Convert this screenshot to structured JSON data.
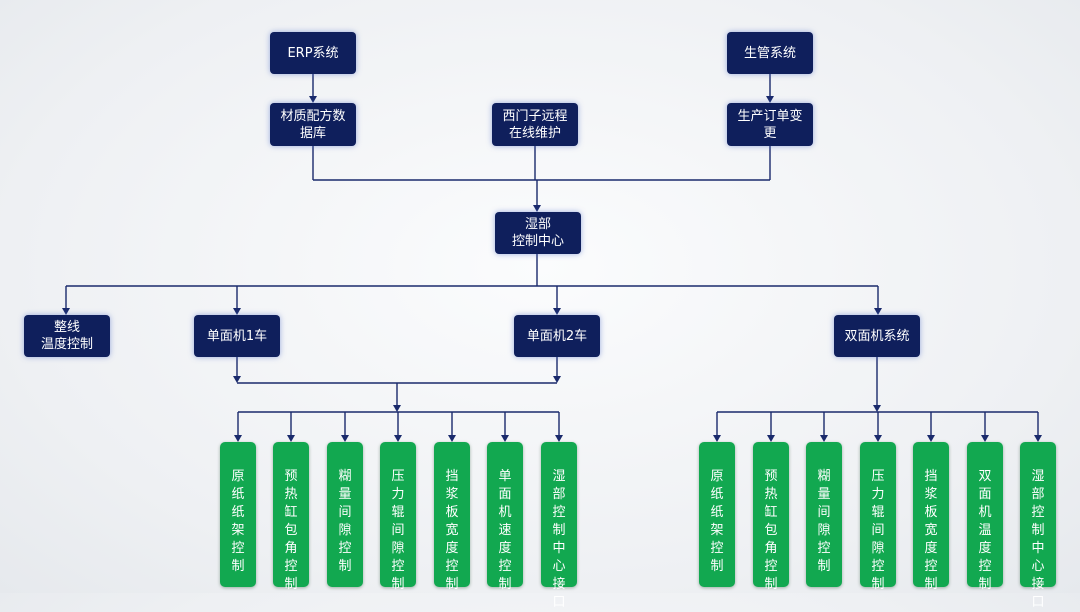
{
  "nodes": {
    "erp": "ERP系统",
    "production_mgmt": "生管系统",
    "material_db": "材质配方数\n据库",
    "siemens": "西门子远程\n在线维护",
    "order_change": "生产订单变\n更",
    "wet_center": "湿部\n控制中心",
    "line_temp": "整线\n温度控制",
    "single1": "单面机1车",
    "single2": "单面机2车",
    "double": "双面机系统"
  },
  "single_leaves": [
    "原纸纸架控制",
    "预热缸包角控制",
    "糊量间隙控制",
    "压力辊间隙控制",
    "挡浆板宽度控制",
    "单面机速度控制",
    "湿部控制中心接口"
  ],
  "double_leaves": [
    "原纸纸架控制",
    "预热缸包角控制",
    "糊量间隙控制",
    "压力辊间隙控制",
    "挡浆板宽度控制",
    "双面机温度控制",
    "湿部控制中心接口"
  ],
  "colors": {
    "node": "#0f1f5c",
    "leaf": "#12a850",
    "line": "#1a2a6c"
  }
}
